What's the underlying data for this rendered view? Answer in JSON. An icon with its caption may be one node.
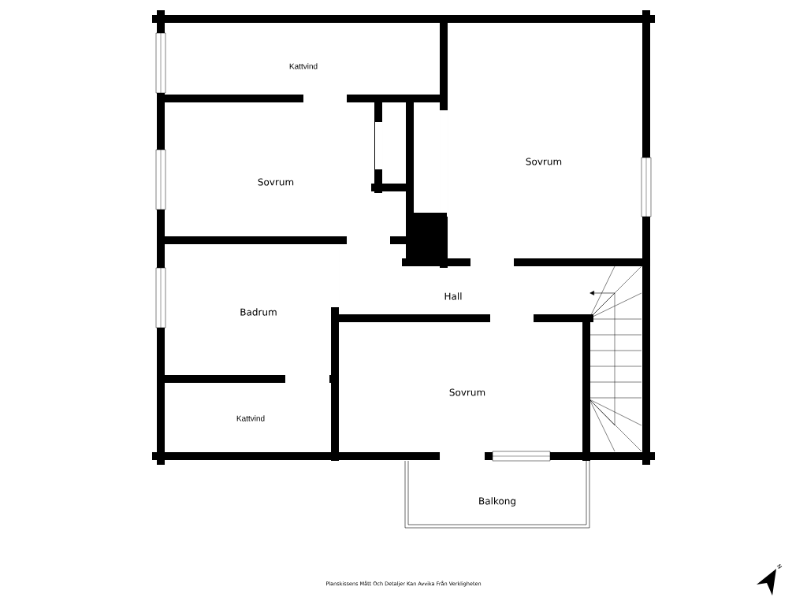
{
  "diagram": {
    "labels": [
      "Kattvind",
      "Sovrum",
      "Sovrum",
      "Hall",
      "Badrum",
      "Sovrum",
      "Kattvind",
      "Balkong",
      "Planskissens Mått Och Detaljer Kan Avvika Från Verkligheten",
      "N"
    ]
  }
}
